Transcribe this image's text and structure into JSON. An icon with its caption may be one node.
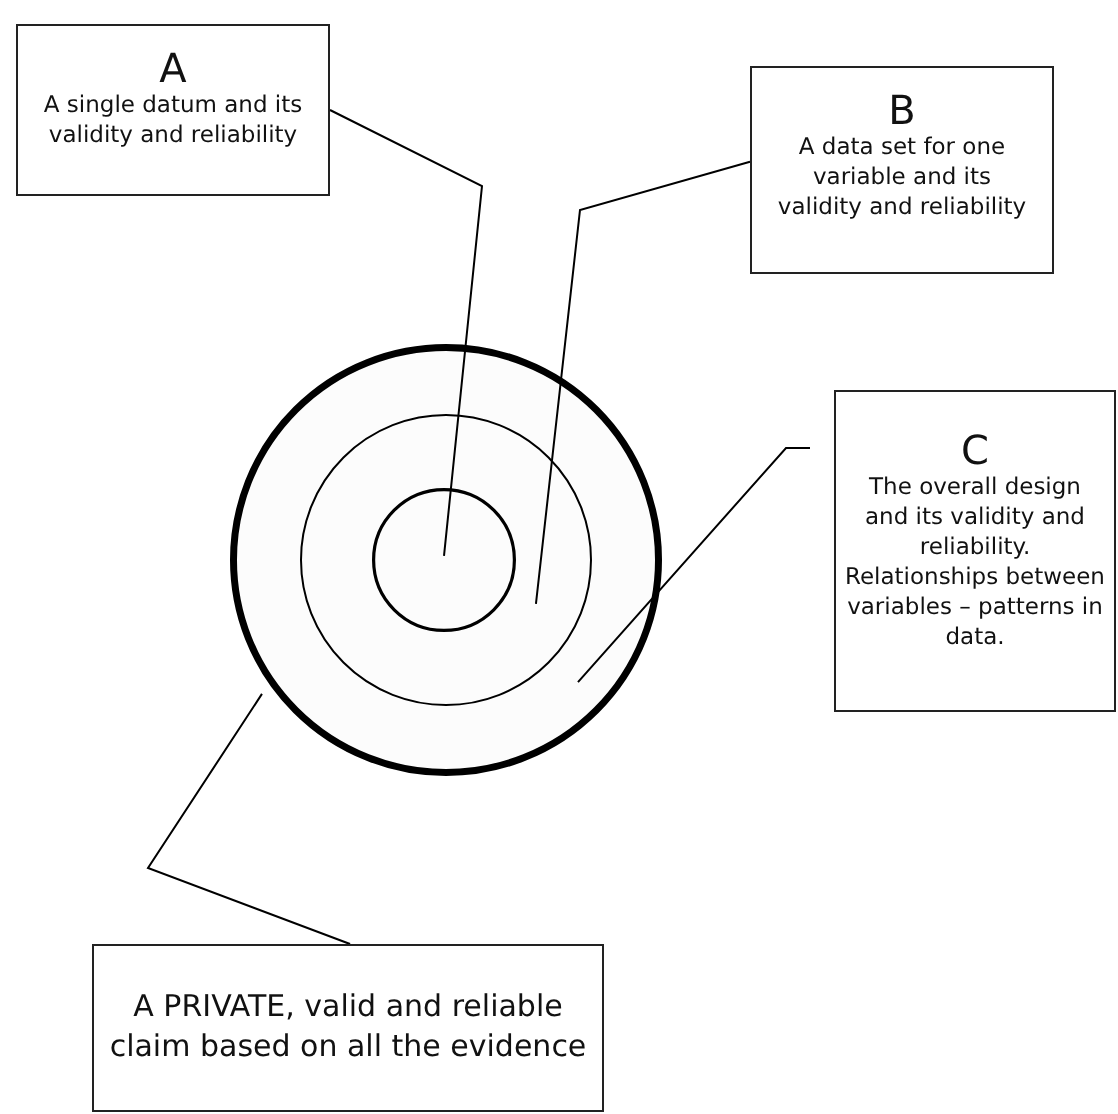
{
  "diagram": {
    "nodes": [
      {
        "text": [
          "A",
          "A single datum and its validity and reliability"
        ]
      },
      {
        "text": [
          "B",
          "A data set for one variable  and its validity and reliability"
        ]
      },
      {
        "text": [
          "C",
          "The overall design and its validity and reliability. Relationships between variables – patterns in data."
        ]
      },
      {
        "text": [
          "A PRIVATE, valid and reliable claim based on all the evidence"
        ]
      },
      {
        "text": [],
        "shape": "circle"
      },
      {
        "text": [],
        "shape": "circle",
        "in": 4
      },
      {
        "text": [],
        "shape": "circle",
        "in": 5
      }
    ],
    "edges": [
      {
        "from": 0,
        "to": 6,
        "arrow": "none"
      },
      {
        "from": 1,
        "to": 5,
        "arrow": "none"
      },
      {
        "from": 2,
        "to": 4,
        "arrow": "none"
      },
      {
        "from": 3,
        "to": 4,
        "arrow": "none"
      }
    ]
  }
}
